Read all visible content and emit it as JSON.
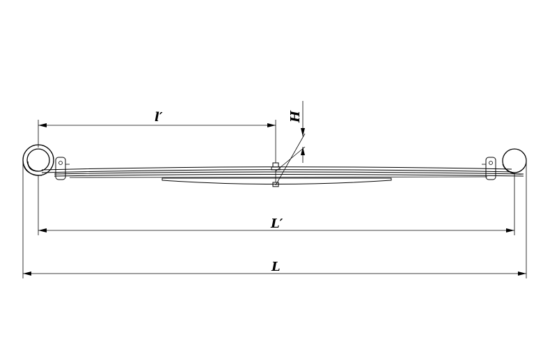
{
  "labels": {
    "l_prime": "l′",
    "H": "H",
    "L_prime": "L′",
    "L": "L"
  }
}
